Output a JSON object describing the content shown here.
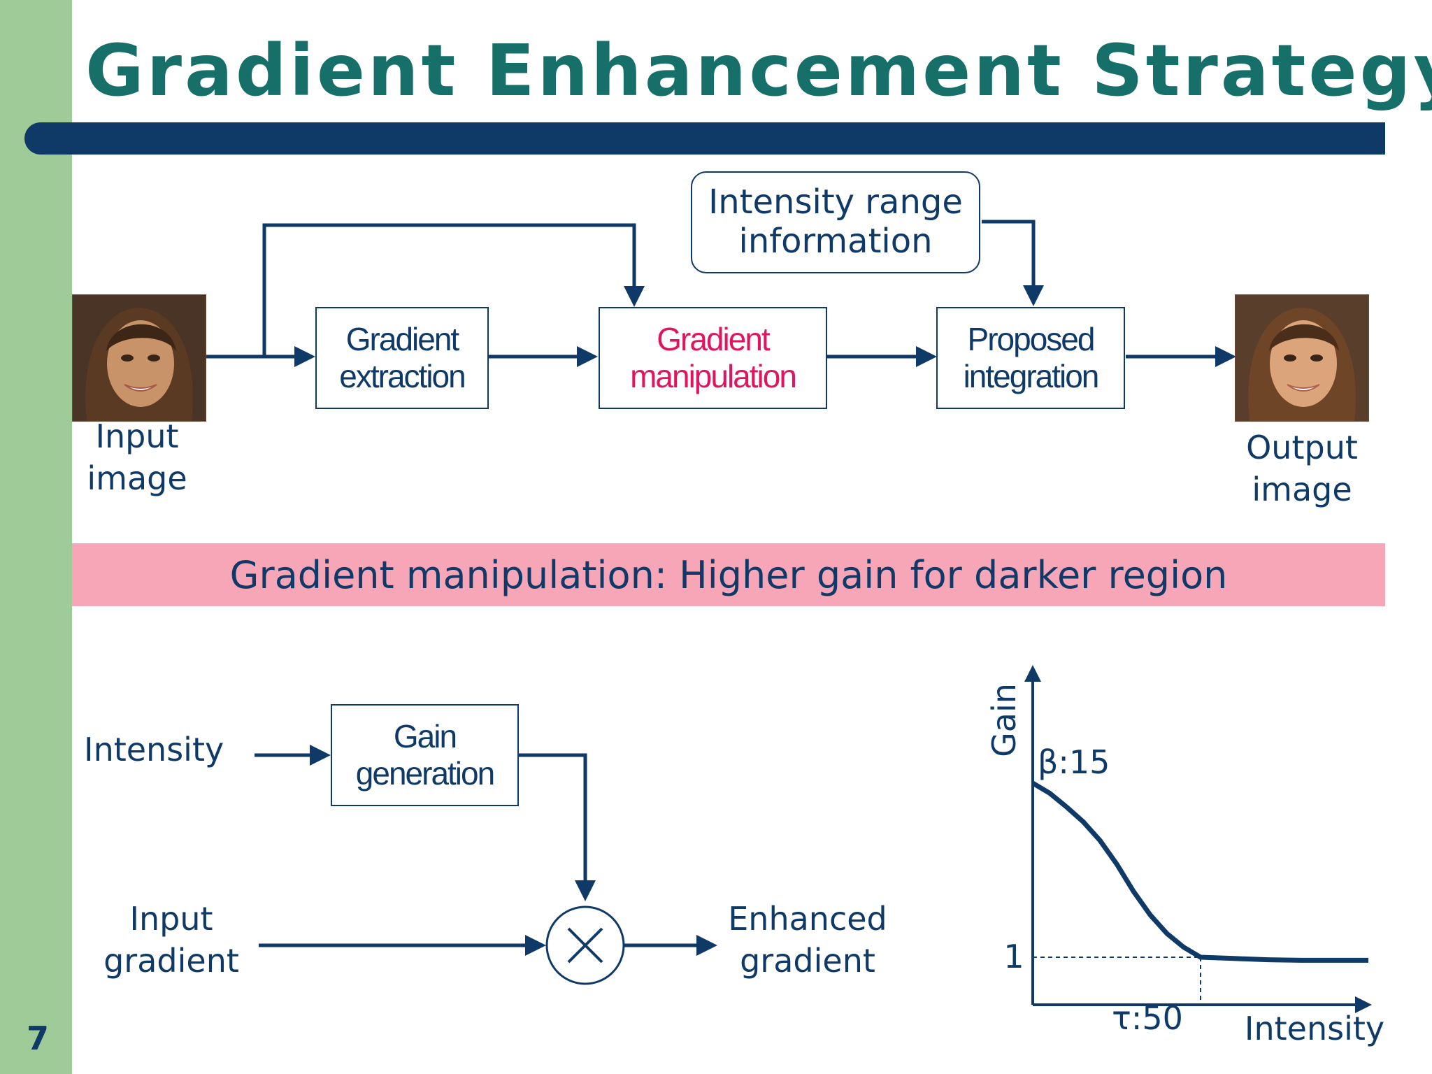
{
  "slide": {
    "title": "Gradient Enhancement Strategy",
    "page_number": "7",
    "colors": {
      "title": "#176f69",
      "accent_bar": "#0f3a68",
      "sidebar": "#9fcb98",
      "banner": "#f7a6b7",
      "highlight": "#e0155f",
      "diagram": "#0f3a68"
    }
  },
  "pipeline": {
    "input_label": "Input\nimage",
    "output_label": "Output\nimage",
    "gradient_extraction": "Gradient\nextraction",
    "gradient_manipulation": "Gradient\nmanipulation",
    "proposed_integration": "Proposed\nintegration",
    "intensity_range_info": "Intensity range\ninformation"
  },
  "banner": {
    "text": "Gradient manipulation: Higher gain for darker region"
  },
  "gain_block": {
    "intensity_label": "Intensity",
    "gain_generation": "Gain\ngeneration",
    "input_gradient_label": "Input\ngradient",
    "enhanced_gradient_label": "Enhanced\ngradient",
    "multiply_symbol": "×"
  },
  "chart_data": {
    "type": "line",
    "xlabel": "Intensity",
    "ylabel": "Gain",
    "annotations": [
      "β:15",
      "τ:50",
      "1"
    ],
    "beta": 15,
    "tau": 50,
    "series": [
      {
        "x": [
          0,
          5,
          10,
          15,
          20,
          25,
          30,
          35,
          40,
          45,
          50,
          60,
          70,
          80,
          90,
          100
        ],
        "y": [
          15,
          14.2,
          13.1,
          11.9,
          10.4,
          8.5,
          6.3,
          4.4,
          2.9,
          1.8,
          1.0,
          0.9,
          0.8,
          0.75,
          0.75,
          0.75
        ]
      }
    ]
  }
}
